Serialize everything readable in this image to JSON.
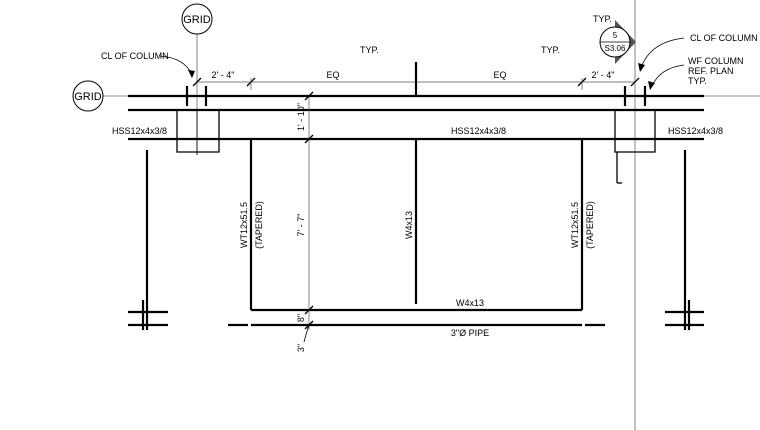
{
  "grid_bubbles": {
    "top": "GRID",
    "left": "GRID"
  },
  "callouts": {
    "cl_of_column_left": "CL OF COLUMN",
    "cl_of_column_right": "CL OF COLUMN",
    "wf_column_line1": "WF COLUMN",
    "wf_column_line2": "REF. PLAN",
    "wf_column_line3": "TYP.",
    "typ_top_right": "TYP.",
    "typ_mid_left": "TYP.",
    "typ_mid_right": "TYP."
  },
  "section_marker": {
    "number": "5",
    "sheet": "S3.06"
  },
  "dimensions": {
    "left_offset": "2' - 4\"",
    "eq_left": "EQ",
    "eq_right": "EQ",
    "right_offset": "2' - 4\"",
    "vertical_top": "1' - 10\"",
    "vertical_mid": "7' - 7\"",
    "vertical_bottom": "8\"",
    "vertical_small": "3\""
  },
  "members": {
    "hss_left": "HSS12x4x3/8",
    "hss_center": "HSS12x4x3/8",
    "hss_right": "HSS12x4x3/8",
    "wt_left_1": "WT12x51.5",
    "wt_left_2": "(TAPERED)",
    "wt_right_1": "WT12x51.5",
    "wt_right_2": "(TAPERED)",
    "w4_vertical": "W4x13",
    "w4_horizontal": "W4x13",
    "pipe": "3\"Ø PIPE"
  }
}
